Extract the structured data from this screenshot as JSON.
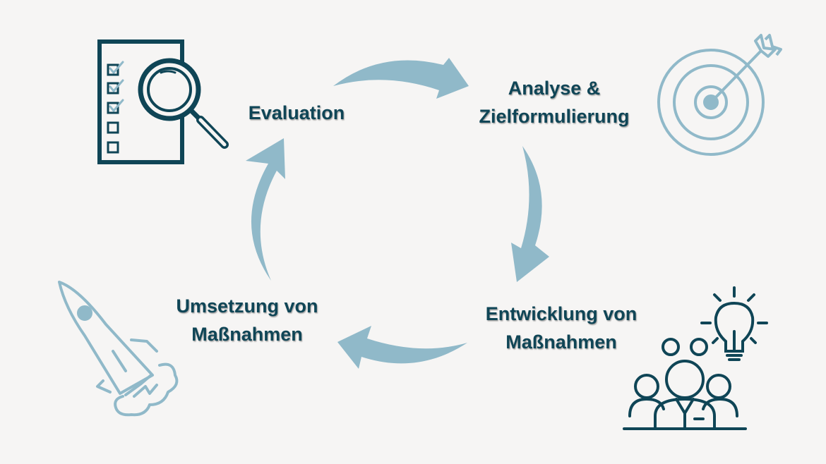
{
  "cycle": {
    "steps": [
      {
        "id": "evaluation",
        "lines": [
          "Evaluation"
        ],
        "icon": "checklist-magnifier-icon"
      },
      {
        "id": "analyse",
        "lines": [
          "Analyse &",
          "Zielformulierung"
        ],
        "icon": "target-arrow-icon"
      },
      {
        "id": "entwicklung",
        "lines": [
          "Entwicklung von",
          "Maßnahmen"
        ],
        "icon": "team-idea-icon"
      },
      {
        "id": "umsetzung",
        "lines": [
          "Umsetzung von",
          "Maßnahmen"
        ],
        "icon": "rocket-icon"
      }
    ]
  },
  "colors": {
    "background": "#f6f5f4",
    "dark": "#0f4556",
    "light": "#90b9c9"
  }
}
